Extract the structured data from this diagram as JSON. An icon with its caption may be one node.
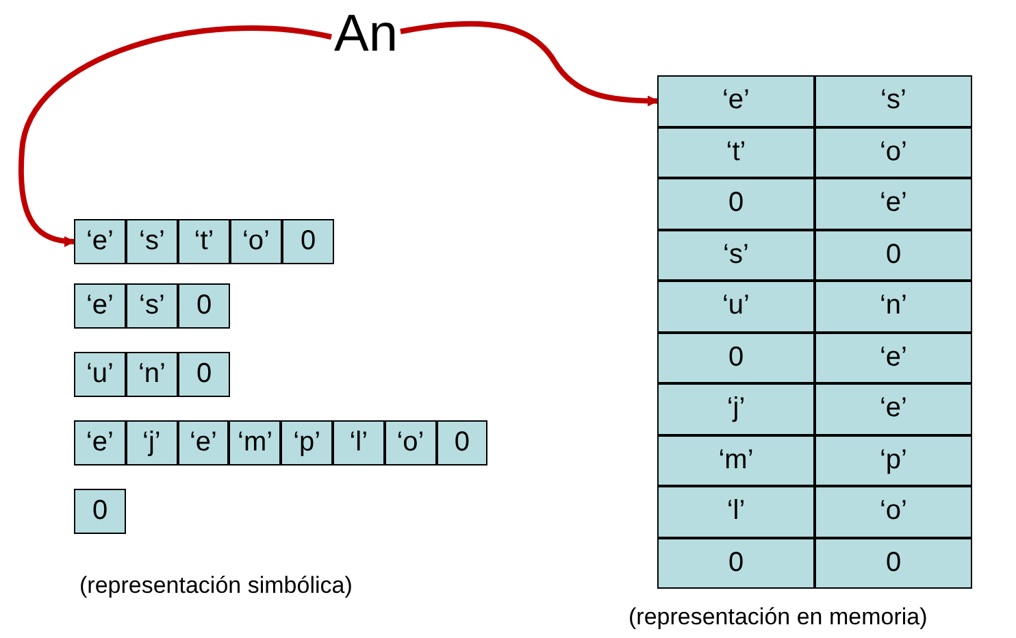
{
  "diagram": {
    "nodes": [
      {
        "text": [
          "An"
        ]
      },
      {
        "text": [
          "‘e’"
        ]
      },
      {
        "text": [
          "‘s’"
        ]
      },
      {
        "text": [
          "‘t’"
        ]
      },
      {
        "text": [
          "‘o’"
        ]
      },
      {
        "text": [
          "0"
        ]
      },
      {
        "text": [
          "‘e’"
        ]
      },
      {
        "text": [
          "‘s’"
        ]
      },
      {
        "text": [
          "0"
        ]
      },
      {
        "text": [
          "‘u’"
        ]
      },
      {
        "text": [
          "‘n’"
        ]
      },
      {
        "text": [
          "0"
        ]
      },
      {
        "text": [
          "‘e’"
        ]
      },
      {
        "text": [
          "‘j’"
        ]
      },
      {
        "text": [
          "‘e’"
        ]
      },
      {
        "text": [
          "‘m’"
        ]
      },
      {
        "text": [
          "‘p’"
        ]
      },
      {
        "text": [
          "‘l’"
        ]
      },
      {
        "text": [
          "‘o’"
        ]
      },
      {
        "text": [
          "0"
        ]
      },
      {
        "text": [
          "0"
        ]
      },
      {
        "text": [
          "‘e’"
        ]
      },
      {
        "text": [
          "‘s’"
        ]
      },
      {
        "text": [
          "‘t’"
        ]
      },
      {
        "text": [
          "‘o’"
        ]
      },
      {
        "text": [
          "0"
        ]
      },
      {
        "text": [
          "‘e’"
        ]
      },
      {
        "text": [
          "‘s’"
        ]
      },
      {
        "text": [
          "0"
        ]
      },
      {
        "text": [
          "‘u’"
        ]
      },
      {
        "text": [
          "‘n’"
        ]
      },
      {
        "text": [
          "0"
        ]
      },
      {
        "text": [
          "‘e’"
        ]
      },
      {
        "text": [
          "‘j’"
        ]
      },
      {
        "text": [
          "‘e’"
        ]
      },
      {
        "text": [
          "‘m’"
        ]
      },
      {
        "text": [
          "‘p’"
        ]
      },
      {
        "text": [
          "‘l’"
        ]
      },
      {
        "text": [
          "‘o’"
        ]
      },
      {
        "text": [
          "0"
        ]
      },
      {
        "text": [
          "0"
        ]
      }
    ],
    "edges": [
      {
        "from": 0,
        "to": 1,
        "arrow": "to"
      },
      {
        "from": 0,
        "to": 21,
        "arrow": "to"
      }
    ],
    "labels": [
      "(representación simbólica)",
      "(representación en memoria)"
    ]
  }
}
